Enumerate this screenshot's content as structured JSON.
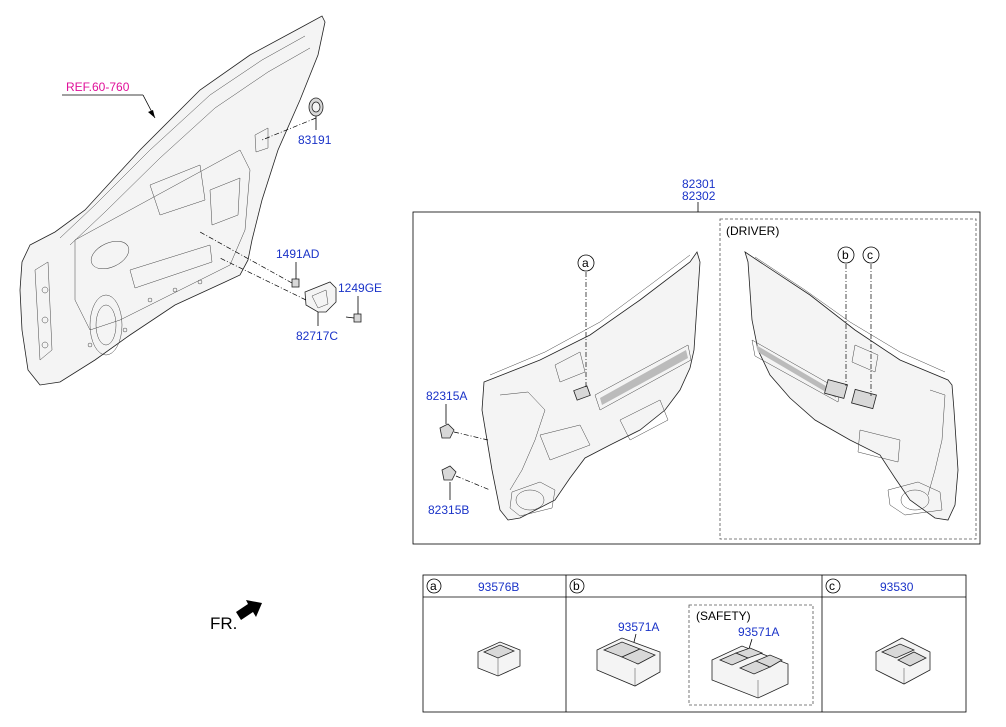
{
  "reference": {
    "label": "REF.60-760"
  },
  "parts": {
    "p83191": "83191",
    "p1491AD": "1491AD",
    "p1249GE": "1249GE",
    "p82717C": "82717C",
    "p82301": "82301",
    "p82302": "82302",
    "p82315A": "82315A",
    "p82315B": "82315B"
  },
  "panel": {
    "driver_label": "(DRIVER)"
  },
  "callouts": {
    "a": "a",
    "b": "b",
    "c": "c"
  },
  "direction": {
    "label": "FR."
  },
  "table": {
    "cells": [
      {
        "letter": "a",
        "part": "93576B"
      },
      {
        "letter": "b",
        "part": "93571A",
        "safety_label": "(SAFETY)",
        "safety_part": "93571A"
      },
      {
        "letter": "c",
        "part": "93530"
      }
    ]
  }
}
